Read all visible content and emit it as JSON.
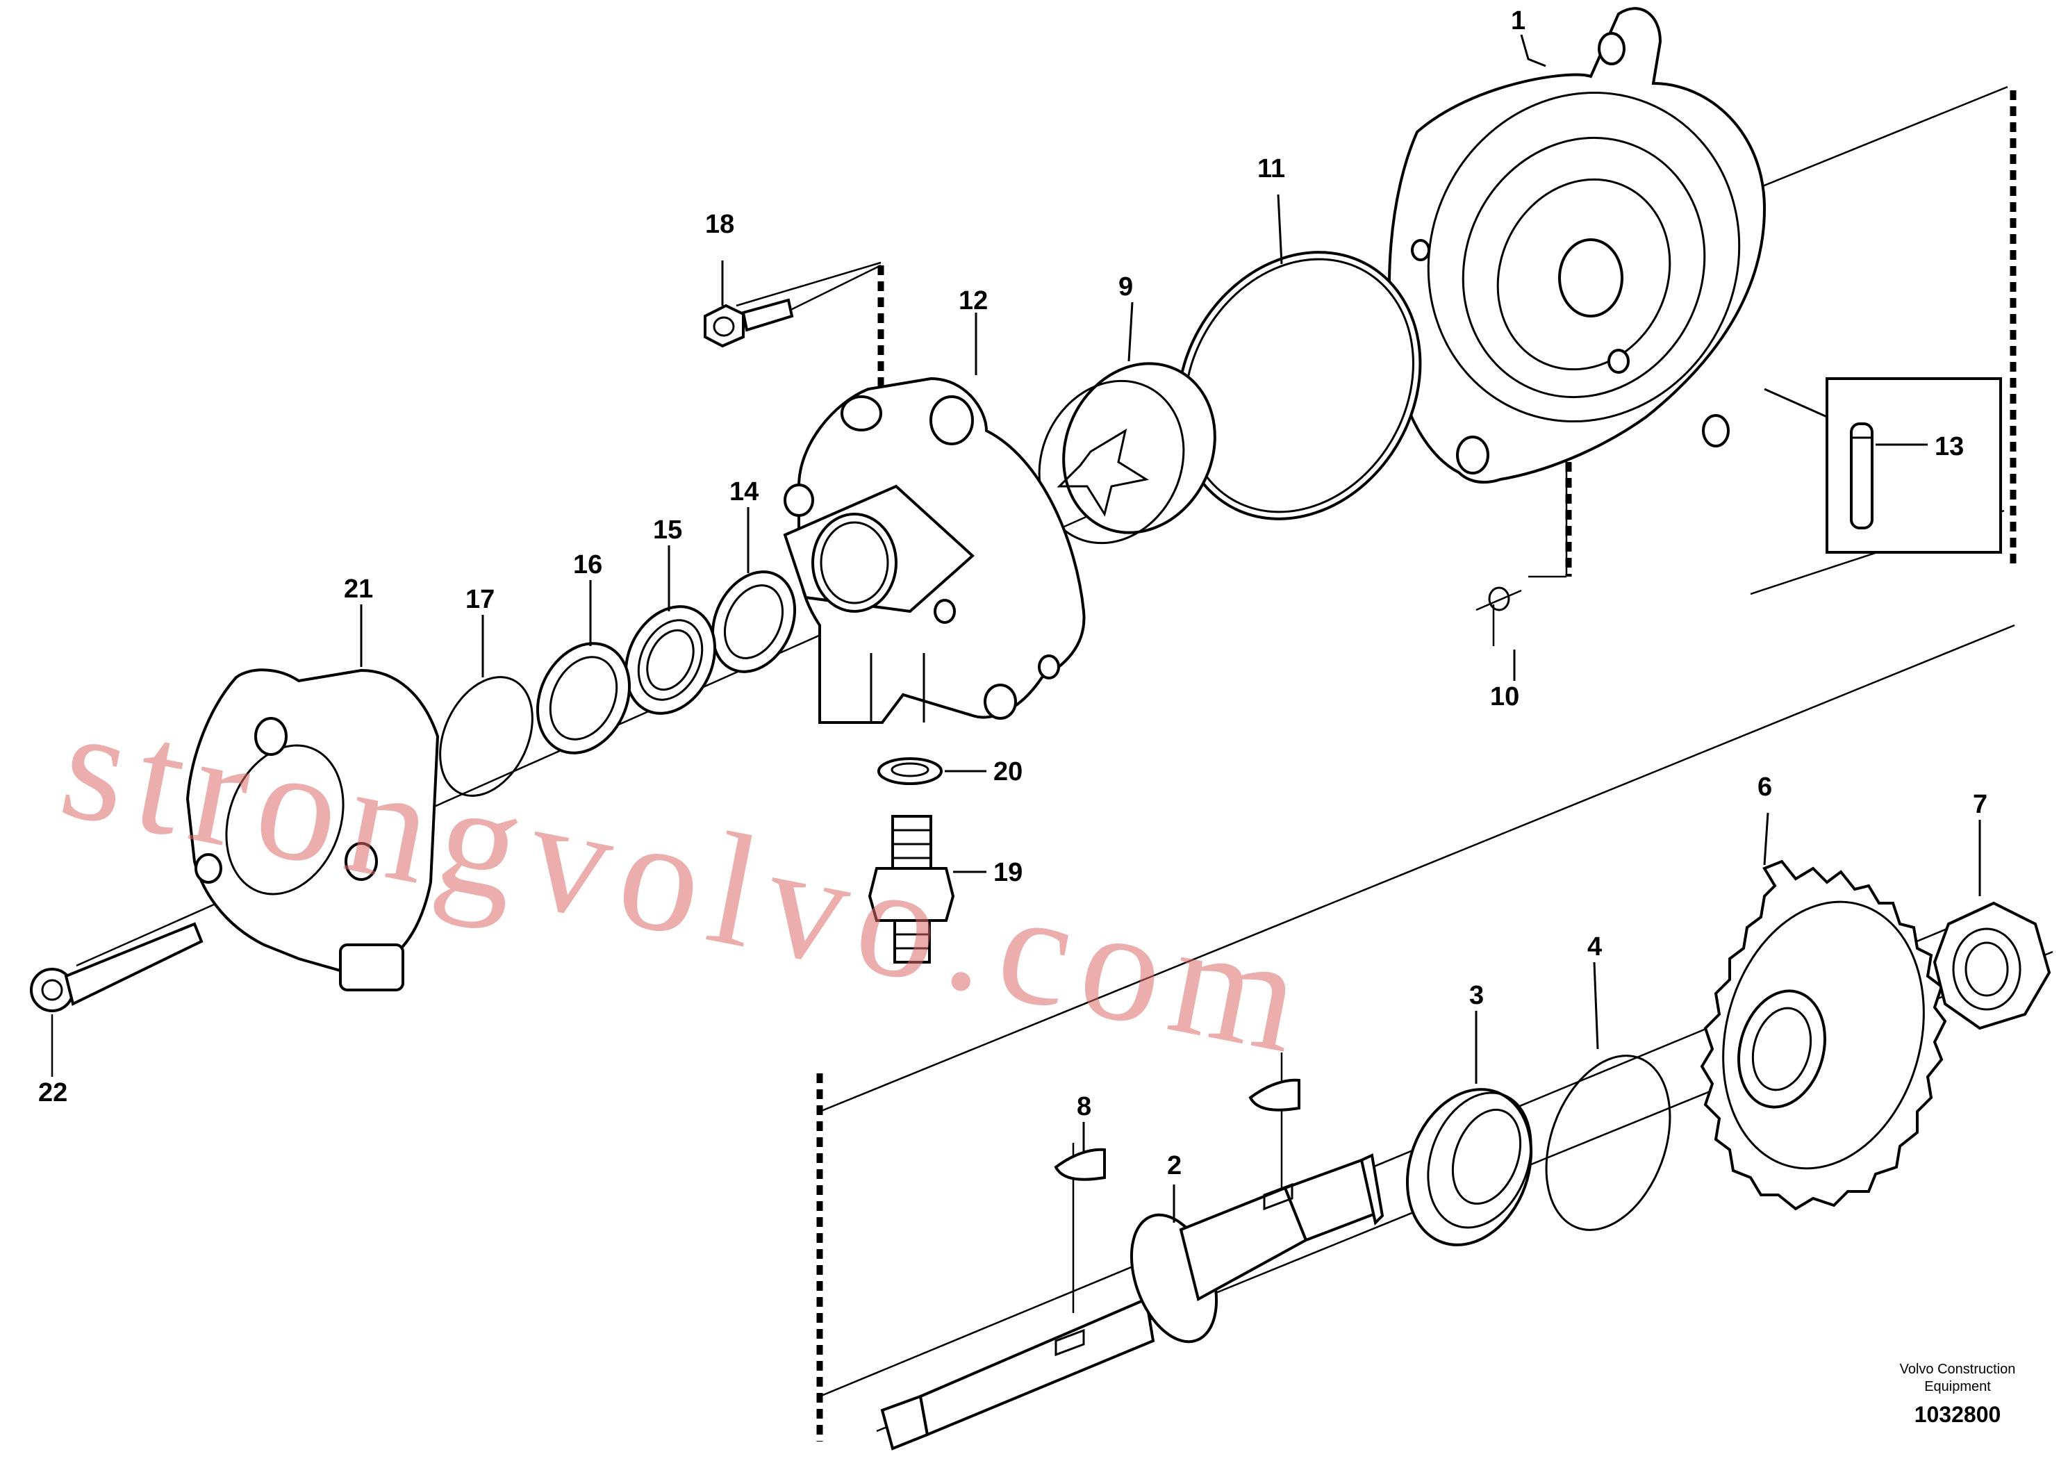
{
  "labels": {
    "p1": "1",
    "p2": "2",
    "p3": "3",
    "p4": "4",
    "p6": "6",
    "p7": "7",
    "p8": "8",
    "p9": "9",
    "p10": "10",
    "p11": "11",
    "p12": "12",
    "p13": "13",
    "p14": "14",
    "p15": "15",
    "p16": "16",
    "p17": "17",
    "p18": "18",
    "p19": "19",
    "p20": "20",
    "p21": "21",
    "p22": "22"
  },
  "footer": {
    "company_line1": "Volvo Construction",
    "company_line2": "Equipment",
    "drawing_number": "1032800"
  },
  "watermark": "strongvolvo.com"
}
